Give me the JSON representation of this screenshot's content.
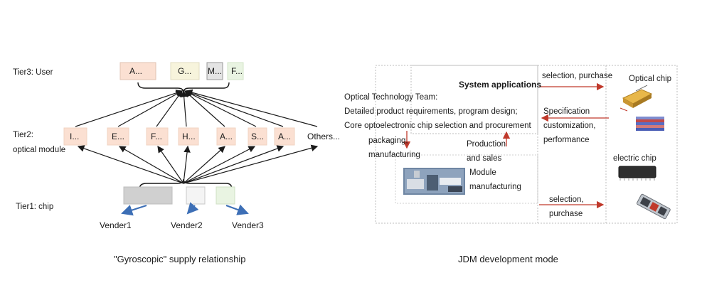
{
  "left_panel": {
    "tier3_label": "Tier3:   User",
    "tier2_label_line1": "Tier2:",
    "tier2_label_line2": "optical module",
    "tier1_label": "Tier1: chip",
    "users": [
      "A...",
      "G...",
      "M...",
      "F..."
    ],
    "modules": [
      "I...",
      "E...",
      "F...",
      "H...",
      "A...",
      "S...",
      "A...",
      "Others..."
    ],
    "vendors": [
      "Vender1",
      "Vender2",
      "Vender3"
    ],
    "caption": "\"Gyroscopic\" supply relationship"
  },
  "right_panel": {
    "system_title": "System applications",
    "team_line1": "Optical Technology Team:",
    "team_line2": "Detailed product requirements, program design;",
    "team_line3": "Core optoelectronic chip selection and procurement",
    "packaging": "packaging,",
    "manufacturing": "manufacturing",
    "production": "Production",
    "and_sales": "and sales",
    "module": "Module",
    "module_manufacturing": "manufacturing",
    "selection_purchase_top": "selection, purchase",
    "specification": "Specification",
    "customization": "customization,",
    "performance": "performance",
    "optical_chip": "Optical chip",
    "electric_chip": "electric chip",
    "selection_bottom": "selection,",
    "purchase_bottom": "purchase",
    "caption": "JDM development mode"
  },
  "colors": {
    "salmon_box": "#fbe0d2",
    "yellow_box": "#f7f4dc",
    "gray_box": "#d0d0d0",
    "green_box": "#e9f4e2",
    "red_arrow": "#c0392b",
    "blue_arrow": "#3d6fb6",
    "black_arrow": "#1a1a1a"
  }
}
